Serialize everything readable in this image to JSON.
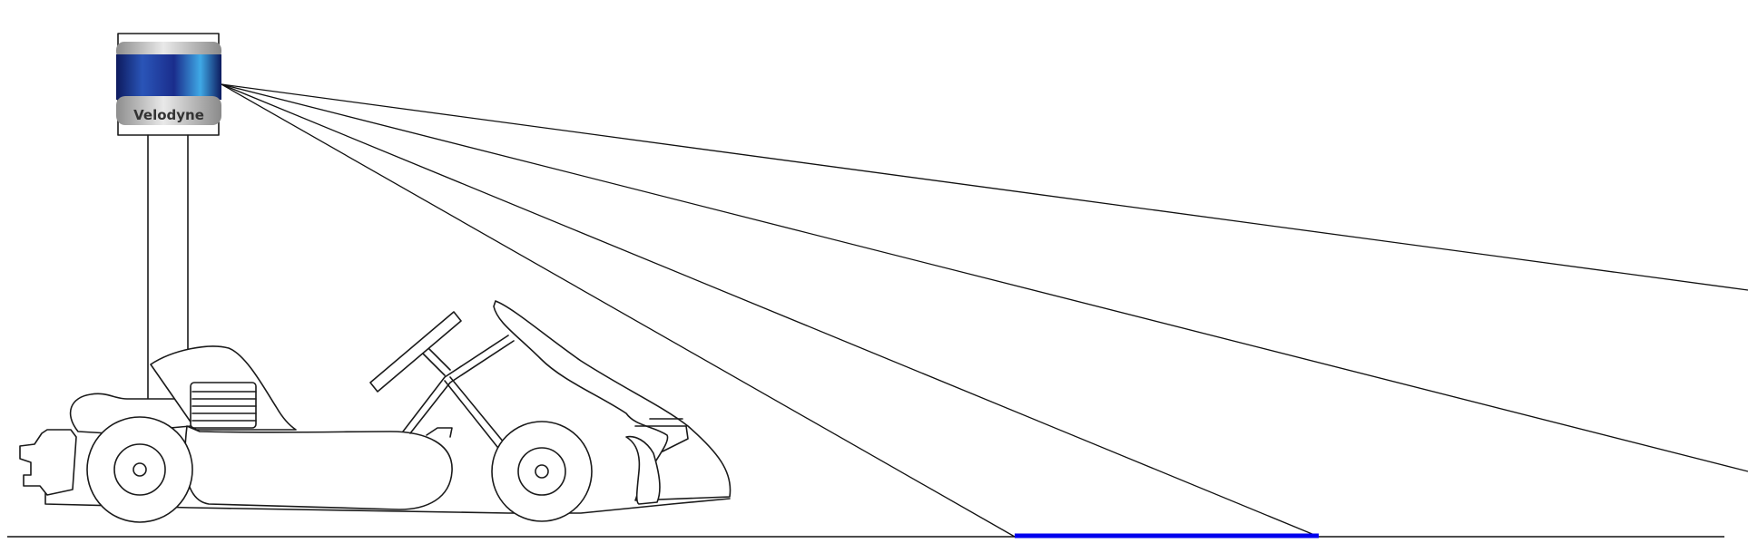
{
  "sensor": {
    "brand_label": "Velodyne",
    "colors": {
      "lens": "#1e2f8c",
      "lens_highlight": "#3fa9e6",
      "metal": "#b9b9b9"
    }
  },
  "vehicle": {
    "type": "go-kart",
    "outline_color": "#1a1a1a"
  },
  "ground": {
    "line_color": "#111111"
  },
  "highlight": {
    "color": "#0000ee"
  },
  "rays": {
    "count": 4,
    "color": "#111111"
  }
}
